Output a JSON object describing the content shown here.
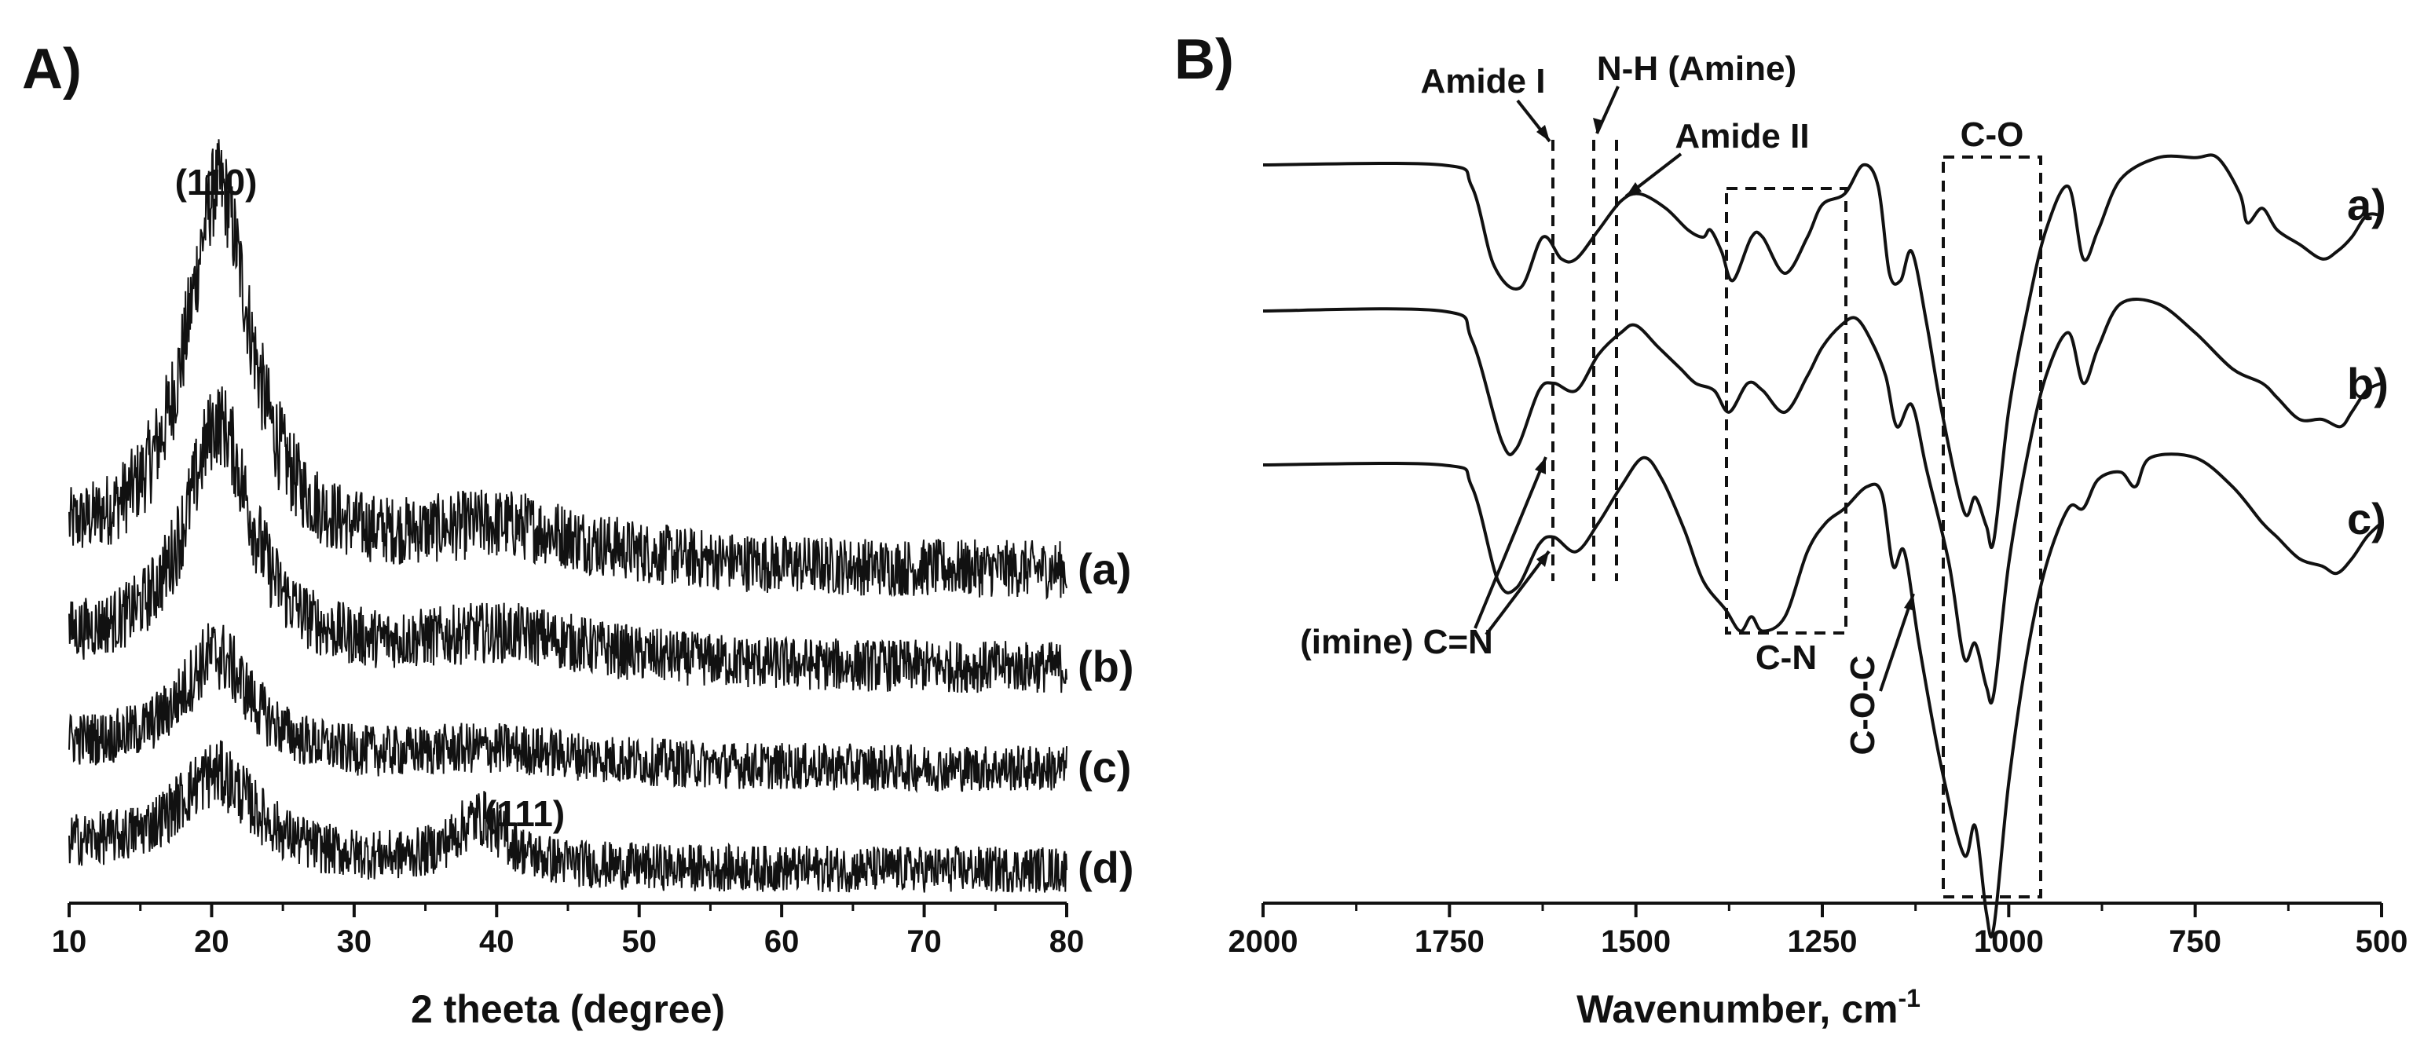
{
  "panels": {
    "a_label": "A)",
    "b_label": "B)"
  },
  "colors": {
    "ink": "#111111",
    "background": "#ffffff"
  },
  "chart_data": [
    {
      "type": "line",
      "xlabel": "2 theeta (degree)",
      "ylabel": "",
      "xlim": [
        10,
        80
      ],
      "xticks": [
        "10",
        "20",
        "30",
        "40",
        "50",
        "60",
        "70",
        "80"
      ],
      "y_axis_shown": false,
      "grid": false,
      "stacked_offset": true,
      "series": [
        {
          "name": "(a)",
          "peaks": [
            {
              "x": 20.5,
              "height": 4.3,
              "width": 2.8
            },
            {
              "x": 40.5,
              "height": 0.45,
              "width": 8
            }
          ],
          "noise": 0.55
        },
        {
          "name": "(b)",
          "peaks": [
            {
              "x": 20.5,
              "height": 2.7,
              "width": 2.8
            },
            {
              "x": 40.5,
              "height": 0.35,
              "width": 8
            }
          ],
          "noise": 0.5
        },
        {
          "name": "(c)",
          "peaks": [
            {
              "x": 20.3,
              "height": 1.2,
              "width": 3.0
            },
            {
              "x": 40,
              "height": 0.2,
              "width": 8
            }
          ],
          "noise": 0.45
        },
        {
          "name": "(d)",
          "peaks": [
            {
              "x": 20.3,
              "height": 1.0,
              "width": 3.5
            },
            {
              "x": 38.8,
              "height": 0.55,
              "width": 2.2
            }
          ],
          "noise": 0.45
        }
      ],
      "annotations": [
        {
          "text": "(110)",
          "x": 20.5
        },
        {
          "text": "(111)",
          "x": 38.5
        }
      ]
    },
    {
      "type": "line",
      "xlabel": "Wavenumber, cm",
      "xlabel_superscript": "-1",
      "ylabel": "",
      "xlim": [
        2000,
        500
      ],
      "xticks": [
        "2000",
        "1750",
        "1500",
        "1250",
        "1000",
        "750",
        "500"
      ],
      "y_axis_shown": false,
      "grid": false,
      "stacked_offset": true,
      "series": [
        {
          "name": "a)",
          "points": [
            [
              2000,
              0
            ],
            [
              1760,
              0
            ],
            [
              1720,
              -0.3
            ],
            [
              1690,
              -1.4
            ],
            [
              1655,
              -1.7
            ],
            [
              1625,
              -1.0
            ],
            [
              1600,
              -1.3
            ],
            [
              1580,
              -1.3
            ],
            [
              1550,
              -0.9
            ],
            [
              1520,
              -0.5
            ],
            [
              1495,
              -0.4
            ],
            [
              1460,
              -0.6
            ],
            [
              1430,
              -0.9
            ],
            [
              1410,
              -1.0
            ],
            [
              1400,
              -0.9
            ],
            [
              1385,
              -1.2
            ],
            [
              1370,
              -1.6
            ],
            [
              1345,
              -1.0
            ],
            [
              1330,
              -1.0
            ],
            [
              1300,
              -1.5
            ],
            [
              1270,
              -1.0
            ],
            [
              1250,
              -0.55
            ],
            [
              1220,
              -0.4
            ],
            [
              1195,
              0
            ],
            [
              1175,
              -0.3
            ],
            [
              1160,
              -1.5
            ],
            [
              1145,
              -1.6
            ],
            [
              1130,
              -1.2
            ],
            [
              1110,
              -2.2
            ],
            [
              1090,
              -3.4
            ],
            [
              1060,
              -4.8
            ],
            [
              1045,
              -4.6
            ],
            [
              1030,
              -5.0
            ],
            [
              1020,
              -5.2
            ],
            [
              1000,
              -3.4
            ],
            [
              975,
              -2.0
            ],
            [
              950,
              -0.9
            ],
            [
              920,
              -0.3
            ],
            [
              900,
              -1.3
            ],
            [
              880,
              -0.9
            ],
            [
              850,
              -0.2
            ],
            [
              800,
              0.1
            ],
            [
              750,
              0.1
            ],
            [
              720,
              0.1
            ],
            [
              690,
              -0.4
            ],
            [
              680,
              -0.8
            ],
            [
              660,
              -0.6
            ],
            [
              640,
              -0.9
            ],
            [
              610,
              -1.1
            ],
            [
              580,
              -1.3
            ],
            [
              560,
              -1.2
            ],
            [
              540,
              -1.0
            ],
            [
              520,
              -0.7
            ],
            [
              500,
              -0.7
            ]
          ]
        },
        {
          "name": "b)",
          "points": [
            [
              2000,
              0
            ],
            [
              1760,
              0
            ],
            [
              1720,
              -0.4
            ],
            [
              1680,
              -1.8
            ],
            [
              1660,
              -1.9
            ],
            [
              1630,
              -1.1
            ],
            [
              1610,
              -1.0
            ],
            [
              1580,
              -1.1
            ],
            [
              1550,
              -0.6
            ],
            [
              1520,
              -0.3
            ],
            [
              1500,
              -0.2
            ],
            [
              1470,
              -0.5
            ],
            [
              1440,
              -0.8
            ],
            [
              1420,
              -1.0
            ],
            [
              1395,
              -1.1
            ],
            [
              1375,
              -1.4
            ],
            [
              1350,
              -1.0
            ],
            [
              1330,
              -1.1
            ],
            [
              1300,
              -1.4
            ],
            [
              1270,
              -0.9
            ],
            [
              1250,
              -0.5
            ],
            [
              1225,
              -0.2
            ],
            [
              1205,
              -0.1
            ],
            [
              1185,
              -0.4
            ],
            [
              1165,
              -0.9
            ],
            [
              1150,
              -1.6
            ],
            [
              1130,
              -1.3
            ],
            [
              1110,
              -2.2
            ],
            [
              1080,
              -3.5
            ],
            [
              1060,
              -4.8
            ],
            [
              1045,
              -4.6
            ],
            [
              1030,
              -5.2
            ],
            [
              1020,
              -5.3
            ],
            [
              1000,
              -3.5
            ],
            [
              975,
              -2.0
            ],
            [
              950,
              -0.9
            ],
            [
              920,
              -0.3
            ],
            [
              900,
              -1.0
            ],
            [
              880,
              -0.5
            ],
            [
              850,
              0.1
            ],
            [
              800,
              0.1
            ],
            [
              750,
              -0.3
            ],
            [
              700,
              -0.8
            ],
            [
              660,
              -1.0
            ],
            [
              640,
              -1.2
            ],
            [
              610,
              -1.5
            ],
            [
              580,
              -1.5
            ],
            [
              555,
              -1.6
            ],
            [
              540,
              -1.4
            ],
            [
              520,
              -1.1
            ],
            [
              500,
              -1.0
            ]
          ]
        },
        {
          "name": "c)",
          "points": [
            [
              2000,
              0
            ],
            [
              1760,
              0
            ],
            [
              1720,
              -0.3
            ],
            [
              1685,
              -1.6
            ],
            [
              1660,
              -1.7
            ],
            [
              1630,
              -1.1
            ],
            [
              1610,
              -1.0
            ],
            [
              1580,
              -1.2
            ],
            [
              1550,
              -0.8
            ],
            [
              1520,
              -0.3
            ],
            [
              1490,
              0.1
            ],
            [
              1465,
              -0.2
            ],
            [
              1435,
              -0.9
            ],
            [
              1410,
              -1.6
            ],
            [
              1380,
              -2.0
            ],
            [
              1360,
              -2.3
            ],
            [
              1345,
              -2.1
            ],
            [
              1330,
              -2.3
            ],
            [
              1300,
              -2.1
            ],
            [
              1270,
              -1.2
            ],
            [
              1245,
              -0.8
            ],
            [
              1220,
              -0.6
            ],
            [
              1190,
              -0.3
            ],
            [
              1170,
              -0.4
            ],
            [
              1155,
              -1.4
            ],
            [
              1140,
              -1.2
            ],
            [
              1120,
              -2.5
            ],
            [
              1090,
              -4.2
            ],
            [
              1060,
              -5.4
            ],
            [
              1045,
              -5.0
            ],
            [
              1030,
              -6.2
            ],
            [
              1020,
              -6.4
            ],
            [
              1000,
              -4.4
            ],
            [
              975,
              -2.6
            ],
            [
              950,
              -1.4
            ],
            [
              920,
              -0.6
            ],
            [
              900,
              -0.6
            ],
            [
              880,
              -0.2
            ],
            [
              850,
              -0.1
            ],
            [
              830,
              -0.3
            ],
            [
              810,
              0.1
            ],
            [
              750,
              0.1
            ],
            [
              700,
              -0.3
            ],
            [
              660,
              -0.8
            ],
            [
              640,
              -1.0
            ],
            [
              610,
              -1.3
            ],
            [
              580,
              -1.4
            ],
            [
              560,
              -1.5
            ],
            [
              540,
              -1.3
            ],
            [
              520,
              -1.0
            ],
            [
              500,
              -0.8
            ]
          ]
        }
      ],
      "annotations": [
        {
          "text": "Amide I"
        },
        {
          "text": "N-H (Amine)"
        },
        {
          "text": "Amide II"
        },
        {
          "text": "C-O"
        },
        {
          "text": "C-N"
        },
        {
          "text": "C-O-C"
        },
        {
          "text": "(imine) C=N"
        }
      ]
    }
  ]
}
